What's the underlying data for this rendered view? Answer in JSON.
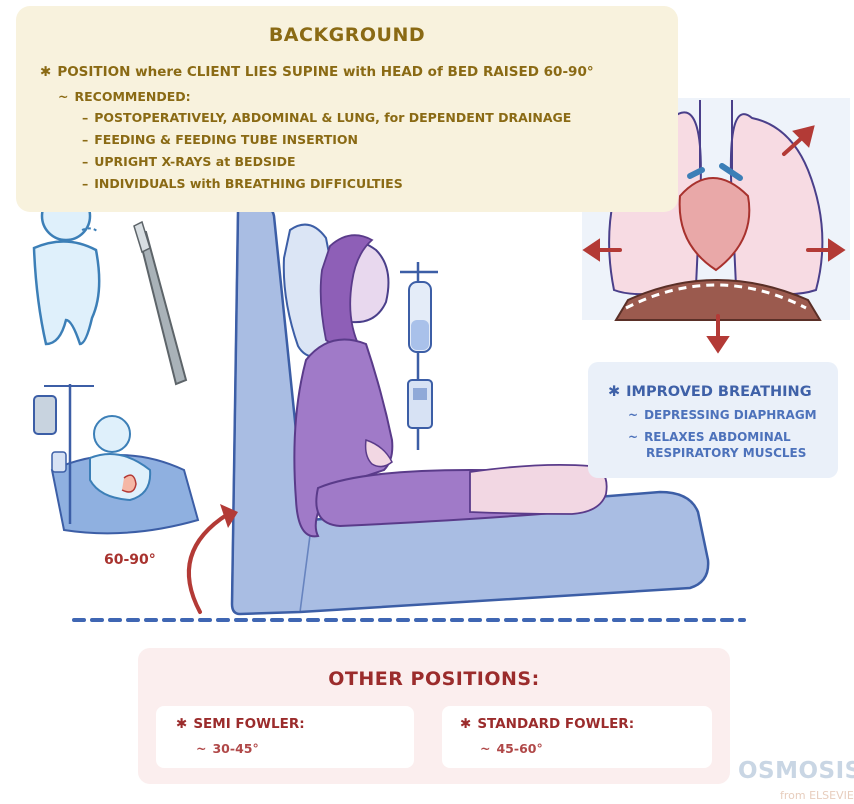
{
  "background": {
    "title": "BACKGROUND",
    "definition": "POSITION where CLIENT LIES SUPINE with HEAD of BED RAISED 60-90°",
    "recommended_label": "RECOMMENDED:",
    "recommended_items": [
      "POSTOPERATIVELY, ABDOMINAL & LUNG, for DEPENDENT DRAINAGE",
      "FEEDING & FEEDING TUBE INSERTION",
      "UPRIGHT X-RAYS at BEDSIDE",
      "INDIVIDUALS with BREATHING DIFFICULTIES"
    ]
  },
  "improved_breathing": {
    "title": "IMPROVED BREATHING",
    "items": [
      "DEPRESSING DIAPHRAGM",
      "RELAXES ABDOMINAL",
      "RESPIRATORY MUSCLES"
    ]
  },
  "angle_label": "60-90°",
  "other_positions": {
    "title": "OTHER POSITIONS:",
    "positions": [
      {
        "name": "SEMI FOWLER:",
        "range": "30-45°"
      },
      {
        "name": "STANDARD FOWLER:",
        "range": "45-60°"
      }
    ]
  },
  "logo": {
    "name": "OSMOSIS",
    "sub": "from ELSEVIER"
  },
  "icons": {
    "bullet": "asterisk",
    "sub_bullet": "tilde",
    "list_bullet": "dash"
  },
  "colors": {
    "background_accent": "#8a6a14",
    "breathing_accent": "#3f61a8",
    "other_accent": "#9b2c2c",
    "arrow_red": "#b33a36"
  }
}
